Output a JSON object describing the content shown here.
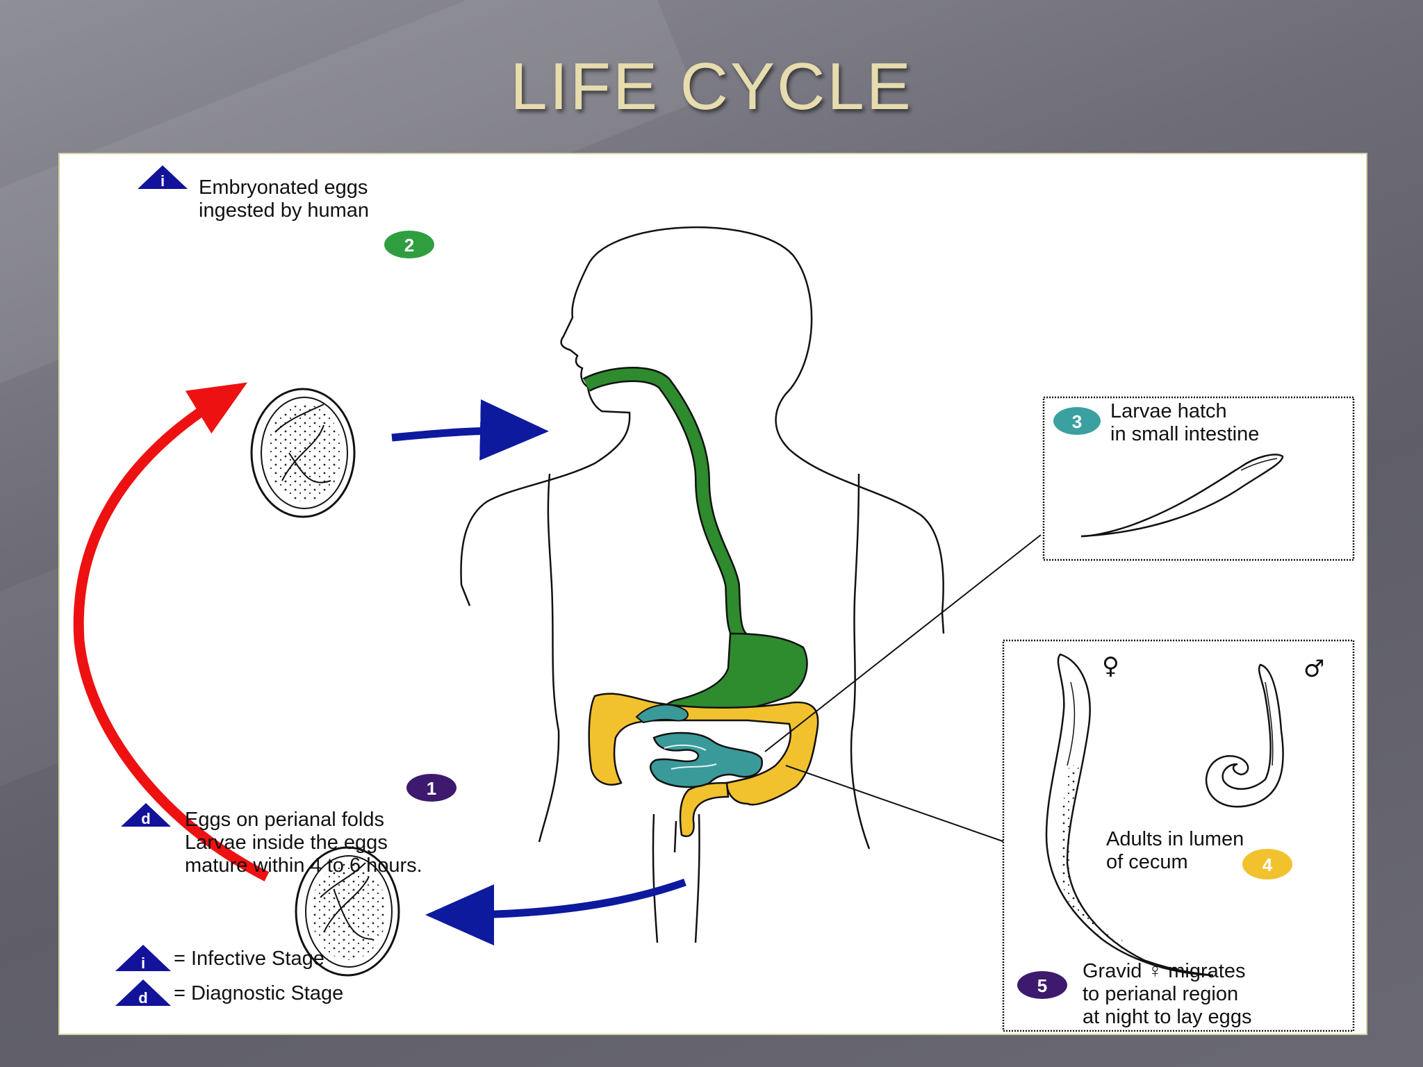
{
  "title": "LIFE CYCLE",
  "labels": {
    "embryonated_line1": "Embryonated eggs",
    "embryonated_line2": "ingested by human",
    "larvae_hatch_line1": "Larvae hatch",
    "larvae_hatch_line2": "in small intestine",
    "adults_line1": "Adults in lumen",
    "adults_line2": "of cecum",
    "gravid_line1": "Gravid ♀ migrates",
    "gravid_line2": "to perianal region",
    "gravid_line3": "at night to lay eggs",
    "eggs_line1": "Eggs on perianal folds",
    "eggs_line2": "Larvae inside the eggs",
    "eggs_line3": "mature within 4 to 6 hours.",
    "legend_infective": "= Infective Stage",
    "legend_diagnostic": "= Diagnostic Stage"
  },
  "stage_badges": {
    "infective": "i",
    "diagnostic": "d"
  },
  "steps": {
    "step1": "1",
    "step2": "2",
    "step3": "3",
    "step4": "4",
    "step5": "5"
  },
  "symbols": {
    "female": "♀",
    "male": "♂"
  },
  "colors": {
    "title": "#e6dcae",
    "esophagus_stomach": "#2e8b2e",
    "small_intestine": "#3a9a9a",
    "large_intestine": "#f2c12e",
    "arrow_blue": "#0d1a9e",
    "arrow_red": "#ee1111",
    "badge_green": "#2f9e3f",
    "badge_teal": "#3aa0a0",
    "badge_yellow": "#f2c12e",
    "badge_purple": "#3d1a6e",
    "triangle_blue": "#12129a"
  }
}
